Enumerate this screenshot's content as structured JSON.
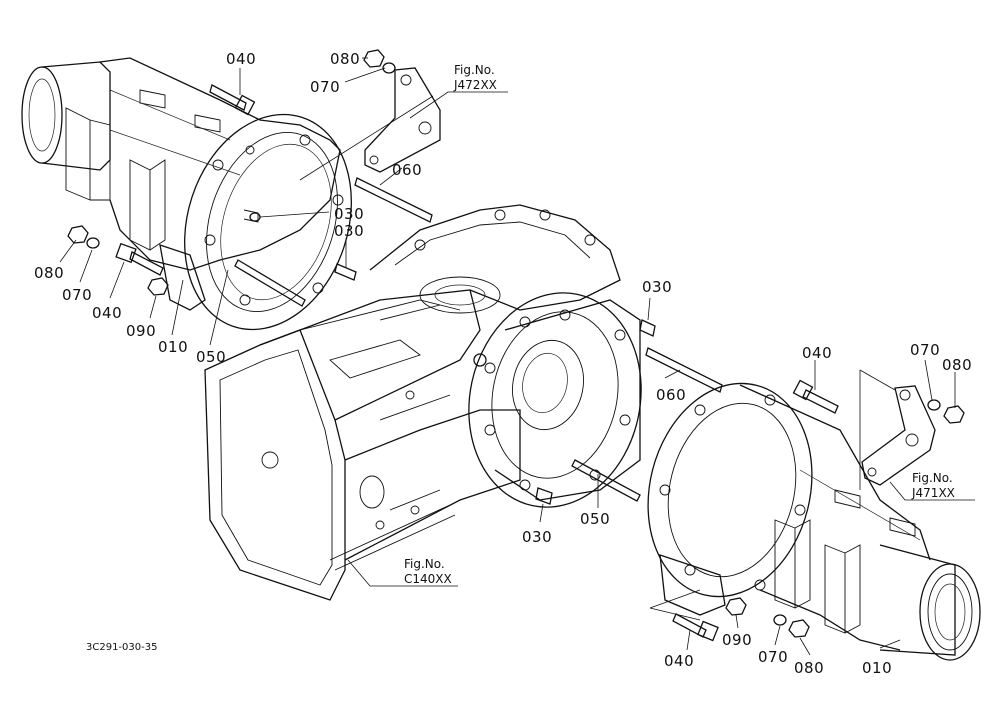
{
  "diagram": {
    "drawing_code": "3C291-030-35",
    "part_labels": {
      "l040_top": "040",
      "l080_top": "080",
      "l070_top": "070",
      "l060_top": "060",
      "l030_a": "030",
      "l030_b": "030",
      "l080_left": "080",
      "l070_left": "070",
      "l040_left": "040",
      "l090_left": "090",
      "l010_left": "010",
      "l050_left": "050",
      "l030_c": "030",
      "l060_mid": "060",
      "l040_right": "040",
      "l070_right": "070",
      "l080_right": "080",
      "l050_mid": "050",
      "l030_d": "030",
      "l040_bottom": "040",
      "l090_bottom": "090",
      "l070_bottom": "070",
      "l080_bottom": "080",
      "l010_right": "010"
    },
    "figure_refs": {
      "j472": {
        "line1": "Fig.No.",
        "line2": "J472XX"
      },
      "j471": {
        "line1": "Fig.No.",
        "line2": "J471XX"
      },
      "c140": {
        "line1": "Fig.No.",
        "line2": "C140XX"
      }
    }
  }
}
